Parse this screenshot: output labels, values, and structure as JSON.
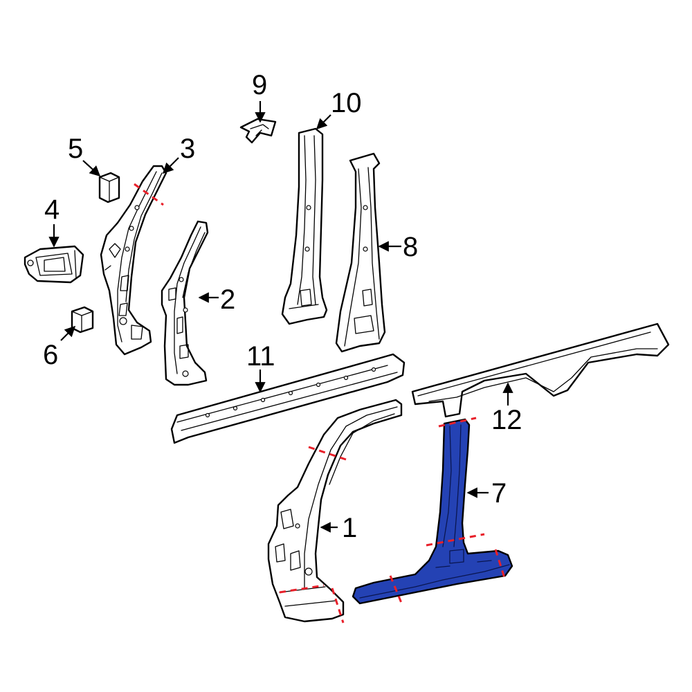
{
  "diagram": {
    "highlight_color": "#2442b4",
    "cut_line_color": "#e8202a",
    "callouts": [
      {
        "id": "1",
        "label": "1"
      },
      {
        "id": "2",
        "label": "2"
      },
      {
        "id": "3",
        "label": "3"
      },
      {
        "id": "4",
        "label": "4"
      },
      {
        "id": "5",
        "label": "5"
      },
      {
        "id": "6",
        "label": "6"
      },
      {
        "id": "7",
        "label": "7"
      },
      {
        "id": "8",
        "label": "8"
      },
      {
        "id": "9",
        "label": "9"
      },
      {
        "id": "10",
        "label": "10"
      },
      {
        "id": "11",
        "label": "11"
      },
      {
        "id": "12",
        "label": "12"
      }
    ],
    "highlighted_part": "7"
  }
}
